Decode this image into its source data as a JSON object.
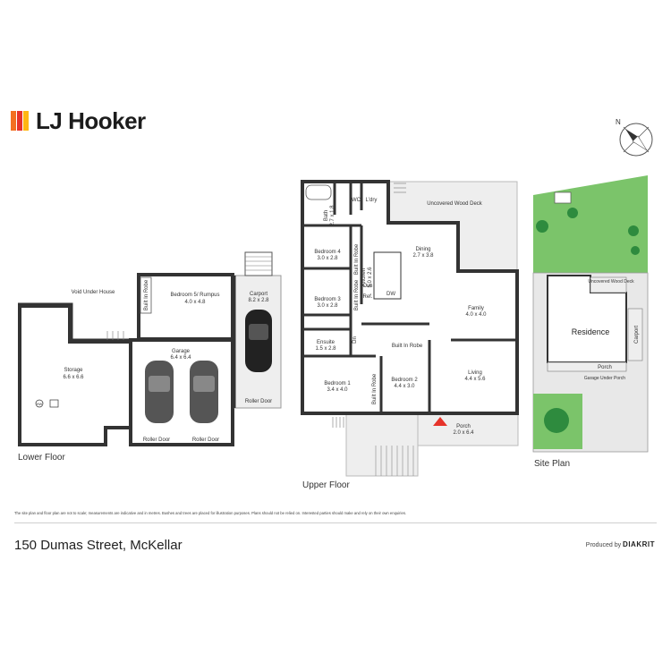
{
  "brand": {
    "name": "LJ Hooker",
    "colors": {
      "orange": "#f36f21",
      "red": "#e6332a",
      "yellow": "#ffb612"
    }
  },
  "compass_label": "N",
  "lower_floor": {
    "label": "Lower Floor",
    "void_label": "Void Under House",
    "rooms": [
      {
        "name": "Storage",
        "dims": "6.6 x 6.6"
      },
      {
        "name": "Bedroom 5/ Rumpus",
        "dims": "4.0 x 4.8"
      },
      {
        "name": "Garage",
        "dims": "6.4 x 6.4"
      },
      {
        "name": "Carport",
        "dims": "8.2 x 2.8"
      }
    ],
    "tags": {
      "built_in_robe": "Built In Robe",
      "hw": "HW",
      "roller_door": "Roller Door"
    }
  },
  "upper_floor": {
    "label": "Upper Floor",
    "rooms": [
      {
        "name": "Bath",
        "dims": "2.7 x 1.8"
      },
      {
        "name": "WC",
        "dims": ""
      },
      {
        "name": "L'dry",
        "dims": ""
      },
      {
        "name": "Uncovered Wood Deck",
        "dims": ""
      },
      {
        "name": "Bedroom 4",
        "dims": "3.0 x 2.8"
      },
      {
        "name": "Dining",
        "dims": "2.7 x 3.8"
      },
      {
        "name": "Bedroom 3",
        "dims": "3.0 x 2.8"
      },
      {
        "name": "Kitchen",
        "dims": "5.0 x 2.6"
      },
      {
        "name": "Family",
        "dims": "4.0 x 4.0"
      },
      {
        "name": "Ensuite",
        "dims": "1.5 x 2.8"
      },
      {
        "name": "Bedroom 1",
        "dims": "3.4 x 4.0"
      },
      {
        "name": "Bedroom 2",
        "dims": "4.4 x 3.0"
      },
      {
        "name": "Living",
        "dims": "4.4 x 5.6"
      },
      {
        "name": "Porch",
        "dims": "2.0 x 6.4"
      }
    ],
    "tags": {
      "built_in_robe": "Built In Robe",
      "oven": "Ovn",
      "ref": "Ref.",
      "dw": "DW",
      "dn": "Dn"
    }
  },
  "site_plan": {
    "label": "Site Plan",
    "residence": "Residence",
    "carport": "Carport",
    "deck": "Uncovered Wood Deck",
    "porch": "Porch",
    "garage": "Garage Under Porch"
  },
  "disclaimer": "The site plan and floor plan are not to scale; measurements are indicative and in metres. Bushes and trees are placed for illustration purposes. Plans should not be relied on. Interested parties should make and rely on their own enquiries.",
  "address": "150 Dumas Street, McKellar",
  "credit": {
    "prefix": "Produced by",
    "name": "DIAKRIT"
  }
}
